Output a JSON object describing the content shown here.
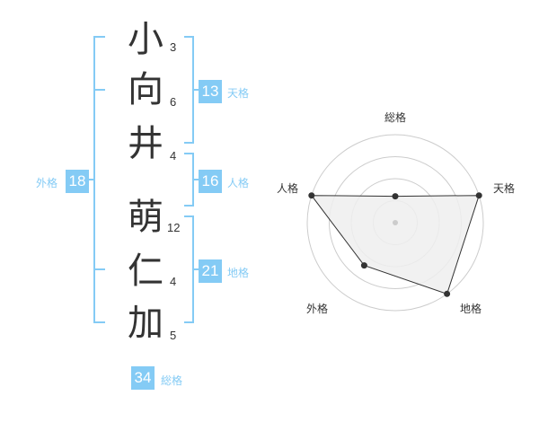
{
  "name": {
    "chars": [
      {
        "char": "小",
        "strokes": "3"
      },
      {
        "char": "向",
        "strokes": "6"
      },
      {
        "char": "井",
        "strokes": "4"
      },
      {
        "char": "萌",
        "strokes": "12"
      },
      {
        "char": "仁",
        "strokes": "4"
      },
      {
        "char": "加",
        "strokes": "5"
      }
    ]
  },
  "scores": {
    "tenkaku": {
      "value": "13",
      "label": "天格"
    },
    "jinkaku": {
      "value": "16",
      "label": "人格"
    },
    "chikaku": {
      "value": "21",
      "label": "地格"
    },
    "gaikaku": {
      "value": "18",
      "label": "外格"
    },
    "soukaku": {
      "value": "34",
      "label": "総格"
    }
  },
  "chart_data": {
    "type": "radar",
    "axes": [
      "総格",
      "天格",
      "地格",
      "外格",
      "人格"
    ],
    "values": [
      0.3,
      1.0,
      1.0,
      0.6,
      1.0
    ],
    "range": [
      0,
      1
    ],
    "rings": 4,
    "colors": {
      "fill": "#efefef",
      "line": "#333333",
      "grid": "#cccccc",
      "accent": "#84cbf5"
    }
  }
}
